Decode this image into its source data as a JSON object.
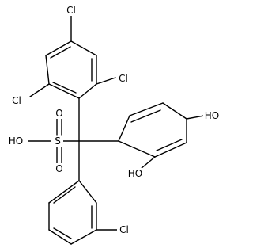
{
  "molecule": {
    "atoms": [
      {
        "id": "cl_top",
        "label": "Cl"
      },
      {
        "id": "cl_left",
        "label": "Cl"
      },
      {
        "id": "cl_right",
        "label": "Cl"
      },
      {
        "id": "oh_para",
        "label": "HO"
      },
      {
        "id": "oh_ortho",
        "label": "HO"
      },
      {
        "id": "s_oh",
        "label": "HO"
      },
      {
        "id": "s",
        "label": "S"
      },
      {
        "id": "o_top",
        "label": "O"
      },
      {
        "id": "o_bottom",
        "label": "O"
      },
      {
        "id": "cl_bottom",
        "label": "Cl"
      }
    ]
  }
}
